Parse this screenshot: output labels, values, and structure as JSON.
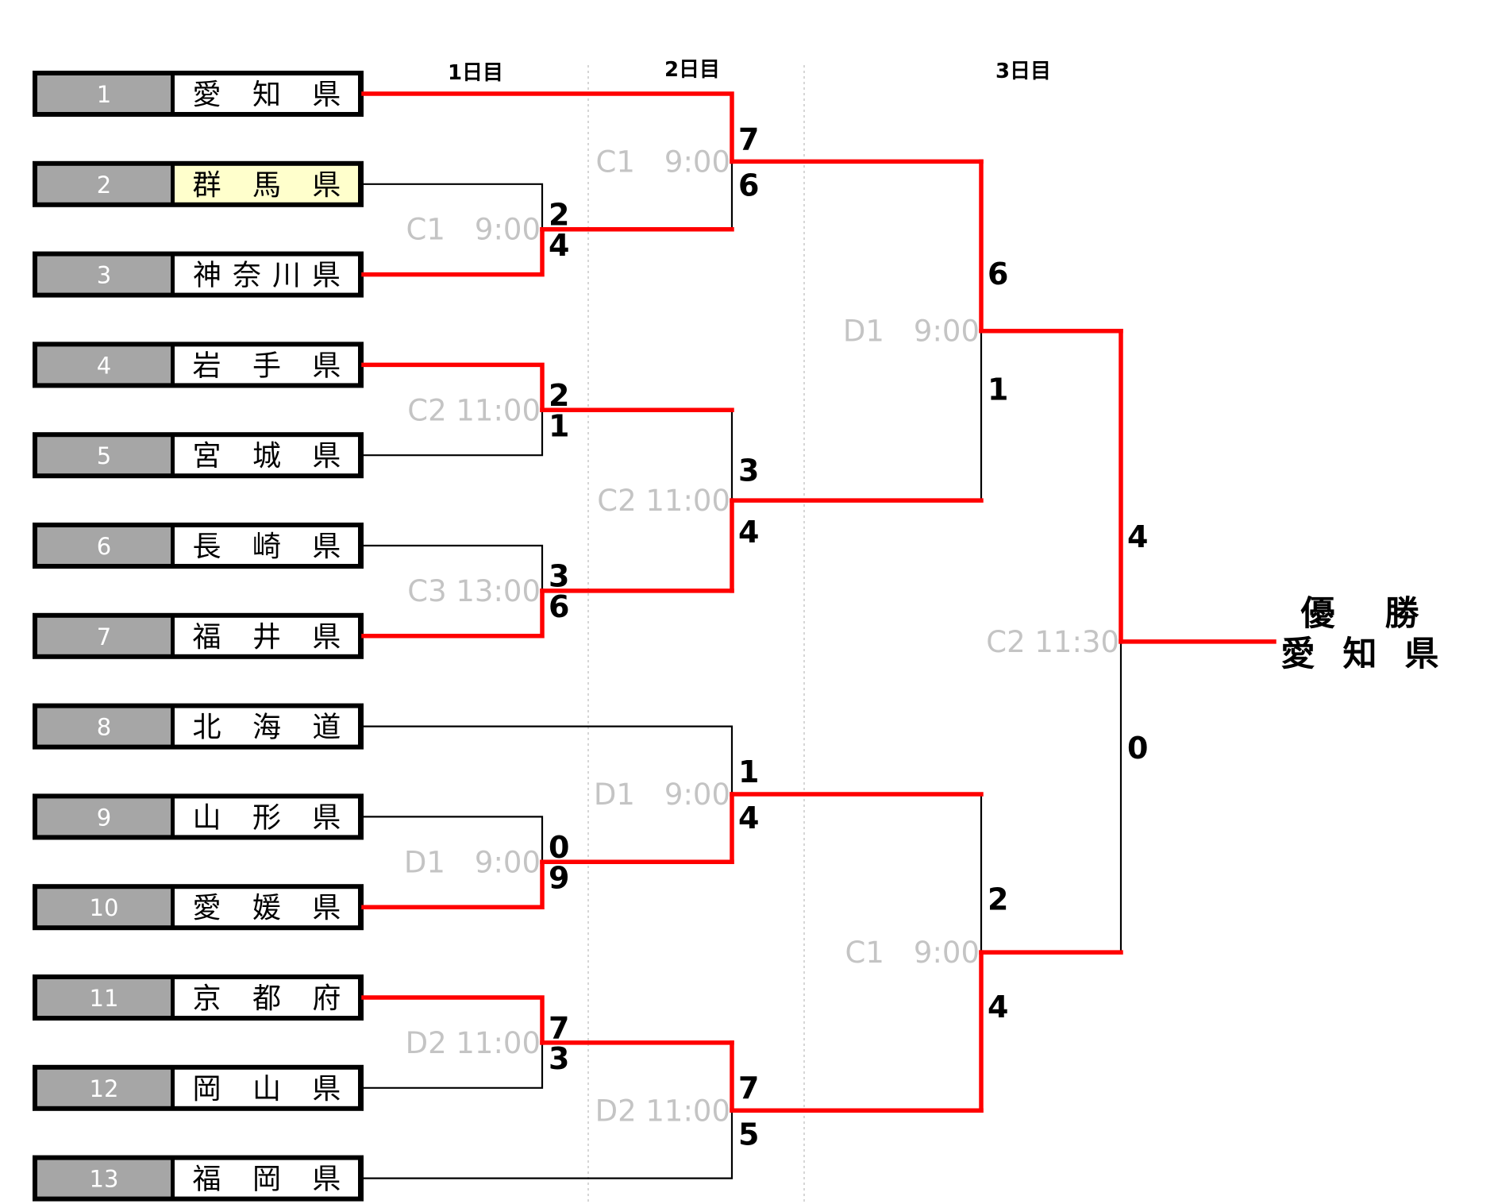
{
  "days": [
    "1日目",
    "2日目",
    "3日目"
  ],
  "teams": [
    {
      "seed": "1",
      "name": "愛 知 県",
      "highlight": false
    },
    {
      "seed": "2",
      "name": "群 馬 県",
      "highlight": true
    },
    {
      "seed": "3",
      "name": "神奈川県",
      "highlight": false
    },
    {
      "seed": "4",
      "name": "岩 手 県",
      "highlight": false
    },
    {
      "seed": "5",
      "name": "宮 城 県",
      "highlight": false
    },
    {
      "seed": "6",
      "name": "長 崎 県",
      "highlight": false
    },
    {
      "seed": "7",
      "name": "福 井 県",
      "highlight": false
    },
    {
      "seed": "8",
      "name": "北 海 道",
      "highlight": false
    },
    {
      "seed": "9",
      "name": "山 形 県",
      "highlight": false
    },
    {
      "seed": "10",
      "name": "愛 媛 県",
      "highlight": false
    },
    {
      "seed": "11",
      "name": "京 都 府",
      "highlight": false
    },
    {
      "seed": "12",
      "name": "岡 山 県",
      "highlight": false
    },
    {
      "seed": "13",
      "name": "福 岡 県",
      "highlight": false
    }
  ],
  "matches": [
    {
      "id": "r1-2v3",
      "label": "C1　9:00",
      "score_top": "2",
      "score_bottom": "4",
      "winner": "bottom"
    },
    {
      "id": "r1-4v5",
      "label": "C2 11:00",
      "score_top": "2",
      "score_bottom": "1",
      "winner": "top"
    },
    {
      "id": "r1-6v7",
      "label": "C3 13:00",
      "score_top": "3",
      "score_bottom": "6",
      "winner": "bottom"
    },
    {
      "id": "r1-9v10",
      "label": "D1　9:00",
      "score_top": "0",
      "score_bottom": "9",
      "winner": "bottom"
    },
    {
      "id": "r1-11v12",
      "label": "D2 11:00",
      "score_top": "7",
      "score_bottom": "3",
      "winner": "top"
    },
    {
      "id": "r2-1vA",
      "label": "C1　9:00",
      "score_top": "7",
      "score_bottom": "6",
      "winner": "top"
    },
    {
      "id": "r2-BvC",
      "label": "C2 11:00",
      "score_top": "3",
      "score_bottom": "4",
      "winner": "bottom"
    },
    {
      "id": "r2-8vD",
      "label": "D1　9:00",
      "score_top": "1",
      "score_bottom": "4",
      "winner": "bottom"
    },
    {
      "id": "r2-Ev13",
      "label": "D2 11:00",
      "score_top": "7",
      "score_bottom": "5",
      "winner": "top"
    },
    {
      "id": "sf-top",
      "label": "D1　9:00",
      "score_top": "6",
      "score_bottom": "1",
      "winner": "top"
    },
    {
      "id": "sf-bottom",
      "label": "C1　9:00",
      "score_top": "2",
      "score_bottom": "4",
      "winner": "bottom"
    },
    {
      "id": "final",
      "label": "C2 11:30",
      "score_top": "4",
      "score_bottom": "0",
      "winner": "top"
    }
  ],
  "champion": {
    "title": "優　勝",
    "name": "愛 知 県"
  },
  "colors": {
    "winner_line": "#ff0000",
    "loser_line": "#000000",
    "seed_fill": "#a6a6a6",
    "name_fill": "#ffffff",
    "highlight_fill": "#ffffcc",
    "match_label": "#c4c4c4",
    "day_divider": "#c8c8c8"
  }
}
